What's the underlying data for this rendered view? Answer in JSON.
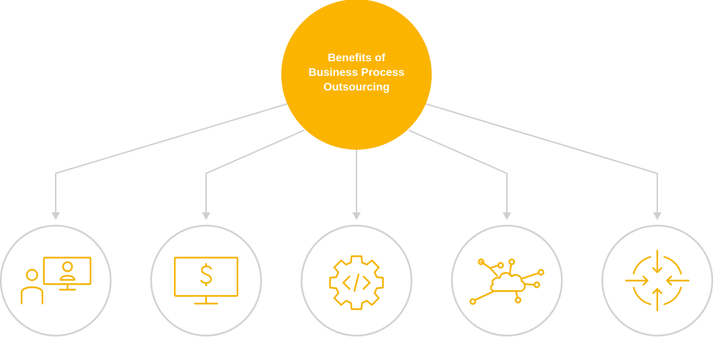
{
  "hub": {
    "title_lines": [
      "Benefits of",
      "Business Process",
      "Outsourcing"
    ],
    "color": "#FBB400"
  },
  "connector_color": "#CFCFCF",
  "node_border_color": "#D2D2D2",
  "icon_color": "#F5B400",
  "nodes": [
    {
      "icon": "remote-meeting-icon"
    },
    {
      "icon": "dollar-monitor-icon"
    },
    {
      "icon": "code-gear-icon"
    },
    {
      "icon": "cloud-network-icon"
    },
    {
      "icon": "focus-target-icon"
    }
  ]
}
